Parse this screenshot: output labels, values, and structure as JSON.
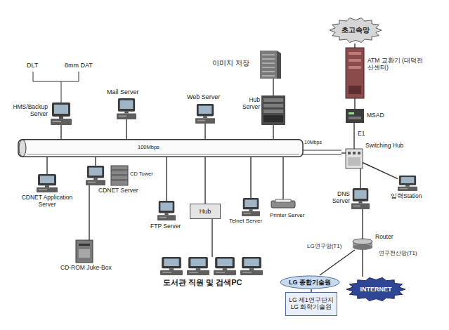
{
  "diagram": {
    "nodes": [
      {
        "text": [
          "초고속망"
        ]
      },
      {
        "text": [
          "이미지 저장"
        ]
      },
      {
        "text": [
          "ATM 교환기 (대덕전산센터)"
        ]
      },
      {
        "text": [
          "HMS/Backup Server"
        ]
      },
      {
        "text": [
          "Mail Server"
        ]
      },
      {
        "text": [
          "Web Server"
        ]
      },
      {
        "text": [
          "Hub Server"
        ]
      },
      {
        "text": [
          "MSAD"
        ]
      },
      {
        "text": [
          "100Mbps",
          "10Mbps"
        ]
      },
      {
        "text": [
          "Switching Hub"
        ]
      },
      {
        "text": [
          "입력Station"
        ]
      },
      {
        "text": [
          "CDNET Application Server"
        ]
      },
      {
        "text": [
          "CDNET Server"
        ]
      },
      {
        "text": [
          "CD Tower"
        ]
      },
      {
        "text": [
          "FTP Server"
        ]
      },
      {
        "text": [
          "Hub"
        ]
      },
      {
        "text": [
          "Telnet Server"
        ]
      },
      {
        "text": [
          "Printer Server"
        ]
      },
      {
        "text": [
          "DNS Server"
        ]
      },
      {
        "text": [
          "CD-ROM Juke-Box"
        ]
      },
      {
        "text": [
          "Router"
        ]
      },
      {
        "text": [
          "도서관 직원 및 검색PC"
        ]
      },
      {
        "text": [
          "LG 종합기술원"
        ]
      },
      {
        "text": [
          "INTERNET"
        ]
      },
      {
        "text": [
          "LG 제1연구단지",
          "LG 화학기술원"
        ]
      }
    ],
    "edges": [
      {
        "from": 0,
        "to": 2,
        "arrow": "none"
      },
      {
        "from": 2,
        "to": 7,
        "arrow": "none"
      },
      {
        "from": 7,
        "to": 9,
        "label": "E1",
        "arrow": "none"
      },
      {
        "from": 1,
        "to": 6,
        "arrow": "none"
      },
      {
        "from": 8,
        "to": 3,
        "arrow": "none"
      },
      {
        "from": 8,
        "to": 4,
        "arrow": "none"
      },
      {
        "from": 8,
        "to": 5,
        "arrow": "none"
      },
      {
        "from": 8,
        "to": 6,
        "arrow": "none"
      },
      {
        "from": 8,
        "to": 9,
        "arrow": "none"
      },
      {
        "from": 9,
        "to": 10,
        "arrow": "none"
      },
      {
        "from": 9,
        "to": 18,
        "arrow": "none"
      },
      {
        "from": 18,
        "to": 20,
        "arrow": "none"
      },
      {
        "from": 20,
        "to": 22,
        "label": "LG연구망(T1)",
        "arrow": "none"
      },
      {
        "from": 20,
        "to": 23,
        "label": "연구전산망(T1)",
        "arrow": "none"
      },
      {
        "from": 22,
        "to": 24,
        "arrow": "none"
      },
      {
        "from": 8,
        "to": 11,
        "arrow": "none"
      },
      {
        "from": 8,
        "to": 12,
        "arrow": "none"
      },
      {
        "from": 12,
        "to": 19,
        "arrow": "none"
      },
      {
        "from": 8,
        "to": 14,
        "arrow": "none"
      },
      {
        "from": 8,
        "to": 15,
        "arrow": "none"
      },
      {
        "from": 15,
        "to": 21,
        "arrow": "none"
      },
      {
        "from": 8,
        "to": 16,
        "arrow": "none"
      },
      {
        "from": 8,
        "to": 17,
        "arrow": "none"
      }
    ],
    "labels": [
      "DLT",
      "8mm DAT"
    ]
  }
}
